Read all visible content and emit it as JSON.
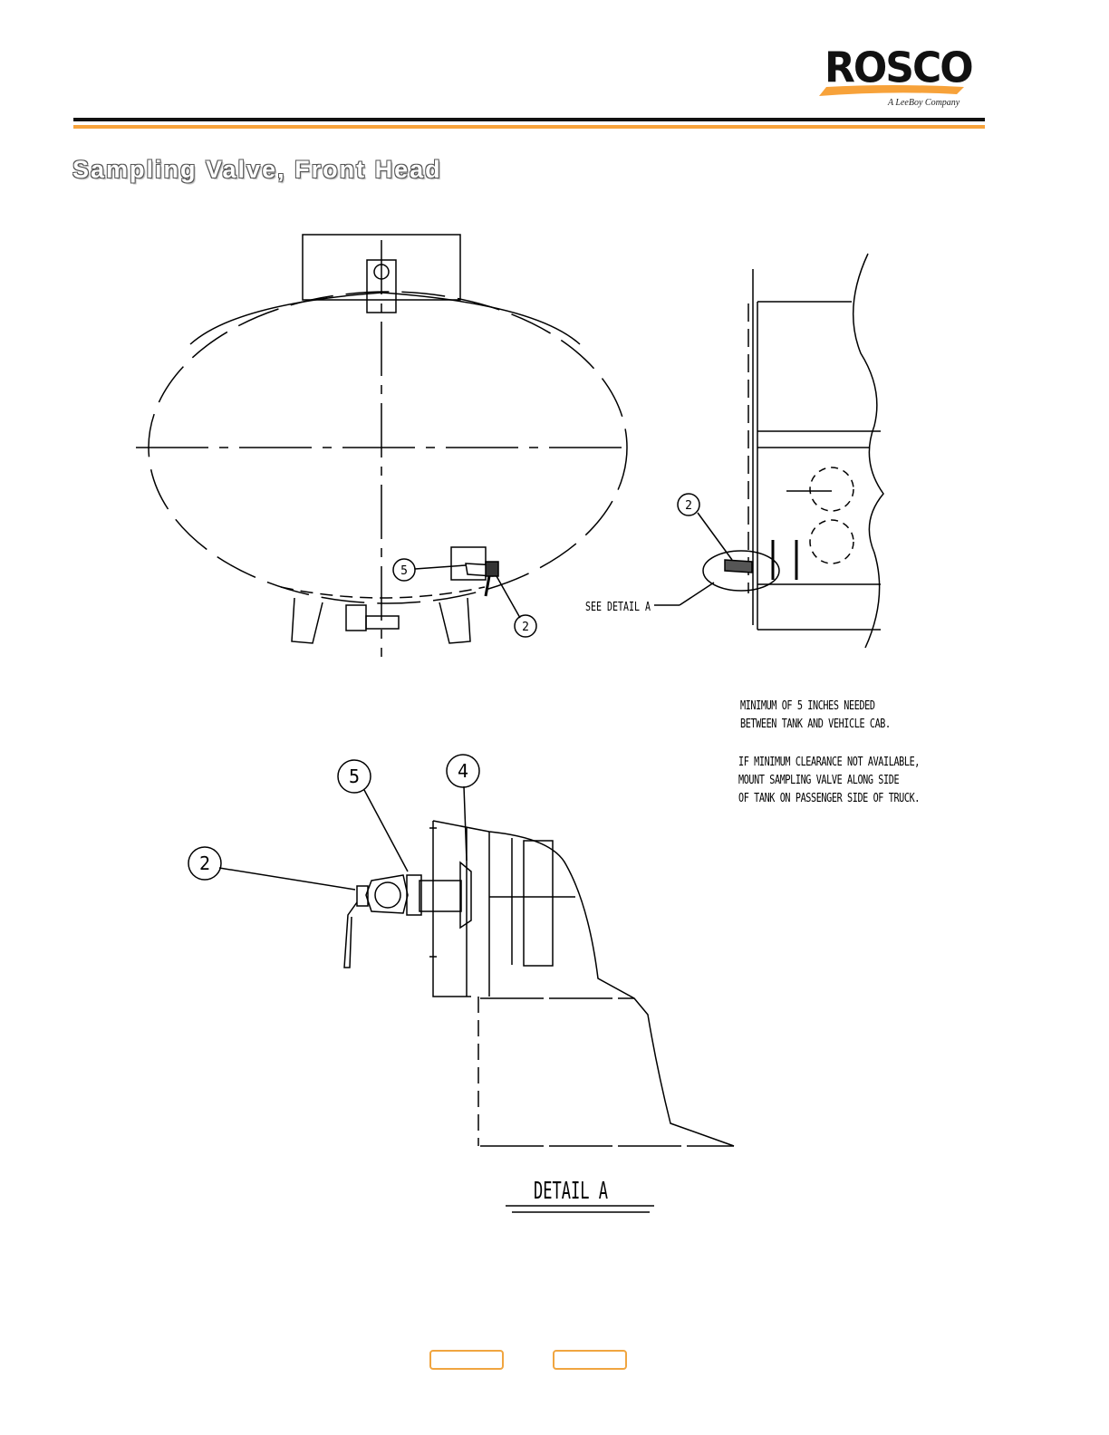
{
  "header": {
    "logo_text": "ROSCO",
    "logo_subtitle": "A LeeBoy Company",
    "accent_color": "#f7a23a"
  },
  "page_title": "Sampling Valve, Front Head",
  "drawing": {
    "front_view_callouts": [
      "5",
      "2"
    ],
    "side_view_callouts": [
      "2"
    ],
    "detail_reference": "SEE DETAIL A",
    "detail_callouts": [
      "5",
      "4",
      "2"
    ],
    "detail_title": "DETAIL A"
  },
  "notes": {
    "clearance_line1": "MINIMUM OF 5 INCHES NEEDED",
    "clearance_line2": "BETWEEN TANK AND VEHICLE CAB.",
    "alternative_line1": "IF MINIMUM CLEARANCE NOT AVAILABLE,",
    "alternative_line2": "MOUNT SAMPLING VALVE ALONG SIDE",
    "alternative_line3": "OF TANK ON PASSENGER SIDE OF TRUCK."
  },
  "footer": {
    "prev_button": "",
    "next_button": ""
  }
}
